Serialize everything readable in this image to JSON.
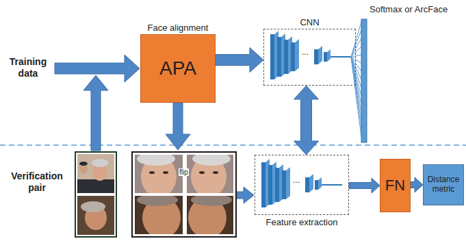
{
  "diagram": {
    "nodes": [
      {
        "text": [
          "Face alignment",
          "APA"
        ]
      },
      {
        "text": [
          "CNN"
        ]
      },
      {
        "text": [
          "Feature extraction"
        ]
      },
      {
        "text": [
          "FN"
        ]
      },
      {
        "text": [
          "Distance metric"
        ]
      }
    ],
    "edges": [
      {
        "from": 0,
        "to": 1,
        "arrow": "to"
      },
      {
        "from": 1,
        "to": 2,
        "arrow": "both"
      },
      {
        "from": 2,
        "to": 3,
        "arrow": "to"
      },
      {
        "from": 3,
        "to": 4,
        "arrow": "to"
      }
    ],
    "labels": [
      "Softmax or ArcFace",
      "Training data",
      "Verification pair",
      "flip",
      "...",
      "..."
    ]
  }
}
